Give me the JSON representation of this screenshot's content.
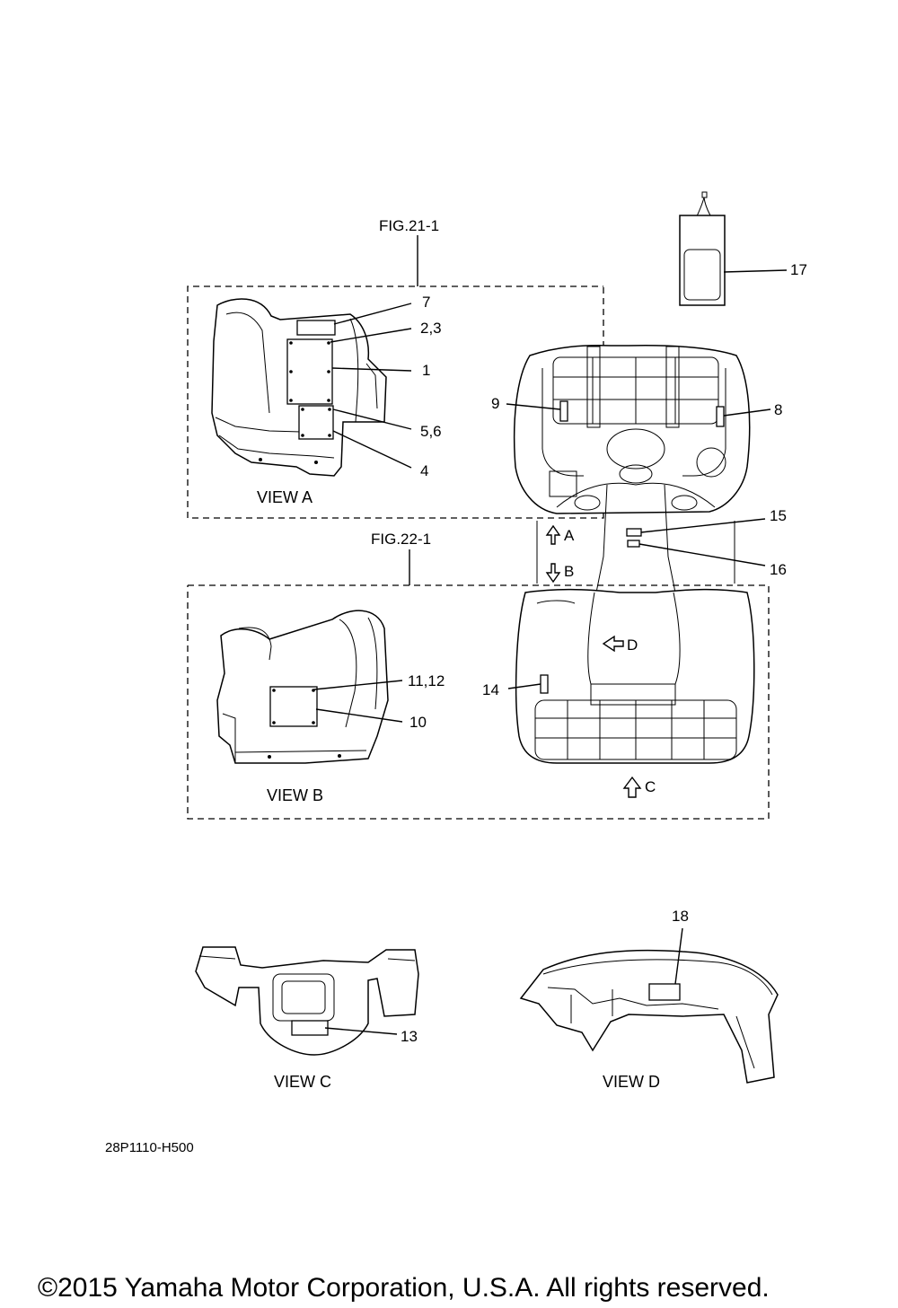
{
  "figure_refs": {
    "fig21": "FIG.21-1",
    "fig22": "FIG.22-1"
  },
  "views": {
    "a": "VIEW A",
    "b": "VIEW B",
    "c": "VIEW C",
    "d": "VIEW D"
  },
  "view_arrows": {
    "a": "A",
    "b": "B",
    "c": "C",
    "d": "D"
  },
  "callouts": {
    "c1": "1",
    "c2_3": "2,3",
    "c4": "4",
    "c5_6": "5,6",
    "c7": "7",
    "c8": "8",
    "c9": "9",
    "c10": "10",
    "c11_12": "11,12",
    "c13": "13",
    "c14": "14",
    "c15": "15",
    "c16": "16",
    "c17": "17",
    "c18": "18"
  },
  "diagram_code": "28P1110-H500",
  "copyright": "©2015 Yamaha Motor Corporation, U.S.A. All rights reserved."
}
